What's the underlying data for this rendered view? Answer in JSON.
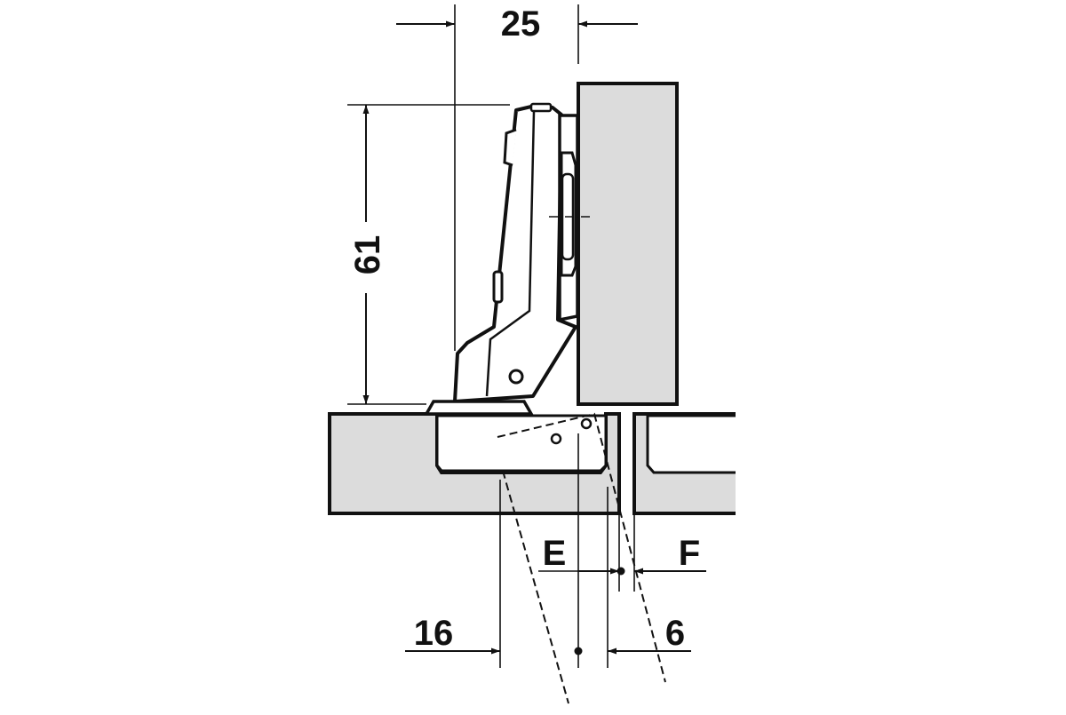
{
  "colors": {
    "ink": "#111111",
    "panel": "#dcdcdc",
    "background": "#ffffff"
  },
  "labels": {
    "dim_width": "25",
    "dim_height": "61",
    "dim_e": "E",
    "dim_f": "F",
    "dim_16": "16",
    "dim_6": "6"
  }
}
